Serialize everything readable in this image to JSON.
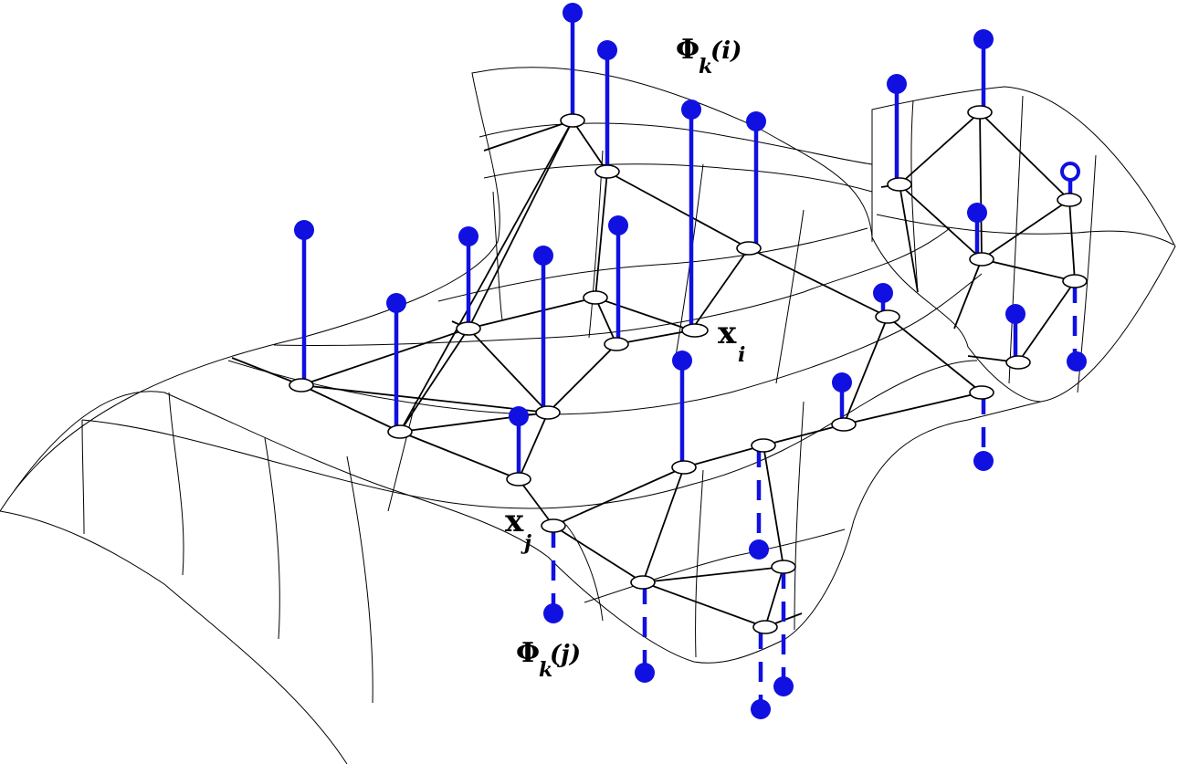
{
  "labels": {
    "phi_i": {
      "main": "Φ",
      "sub": "k",
      "arg": "(i)"
    },
    "phi_j": {
      "main": "Φ",
      "sub": "k",
      "arg": "(j)"
    },
    "x_i": {
      "main": "x",
      "sub": "i"
    },
    "x_j": {
      "main": "x",
      "sub": "j"
    }
  },
  "colors": {
    "function_value": "#1010e0",
    "graph": "#000000",
    "surface": "#000000"
  }
}
